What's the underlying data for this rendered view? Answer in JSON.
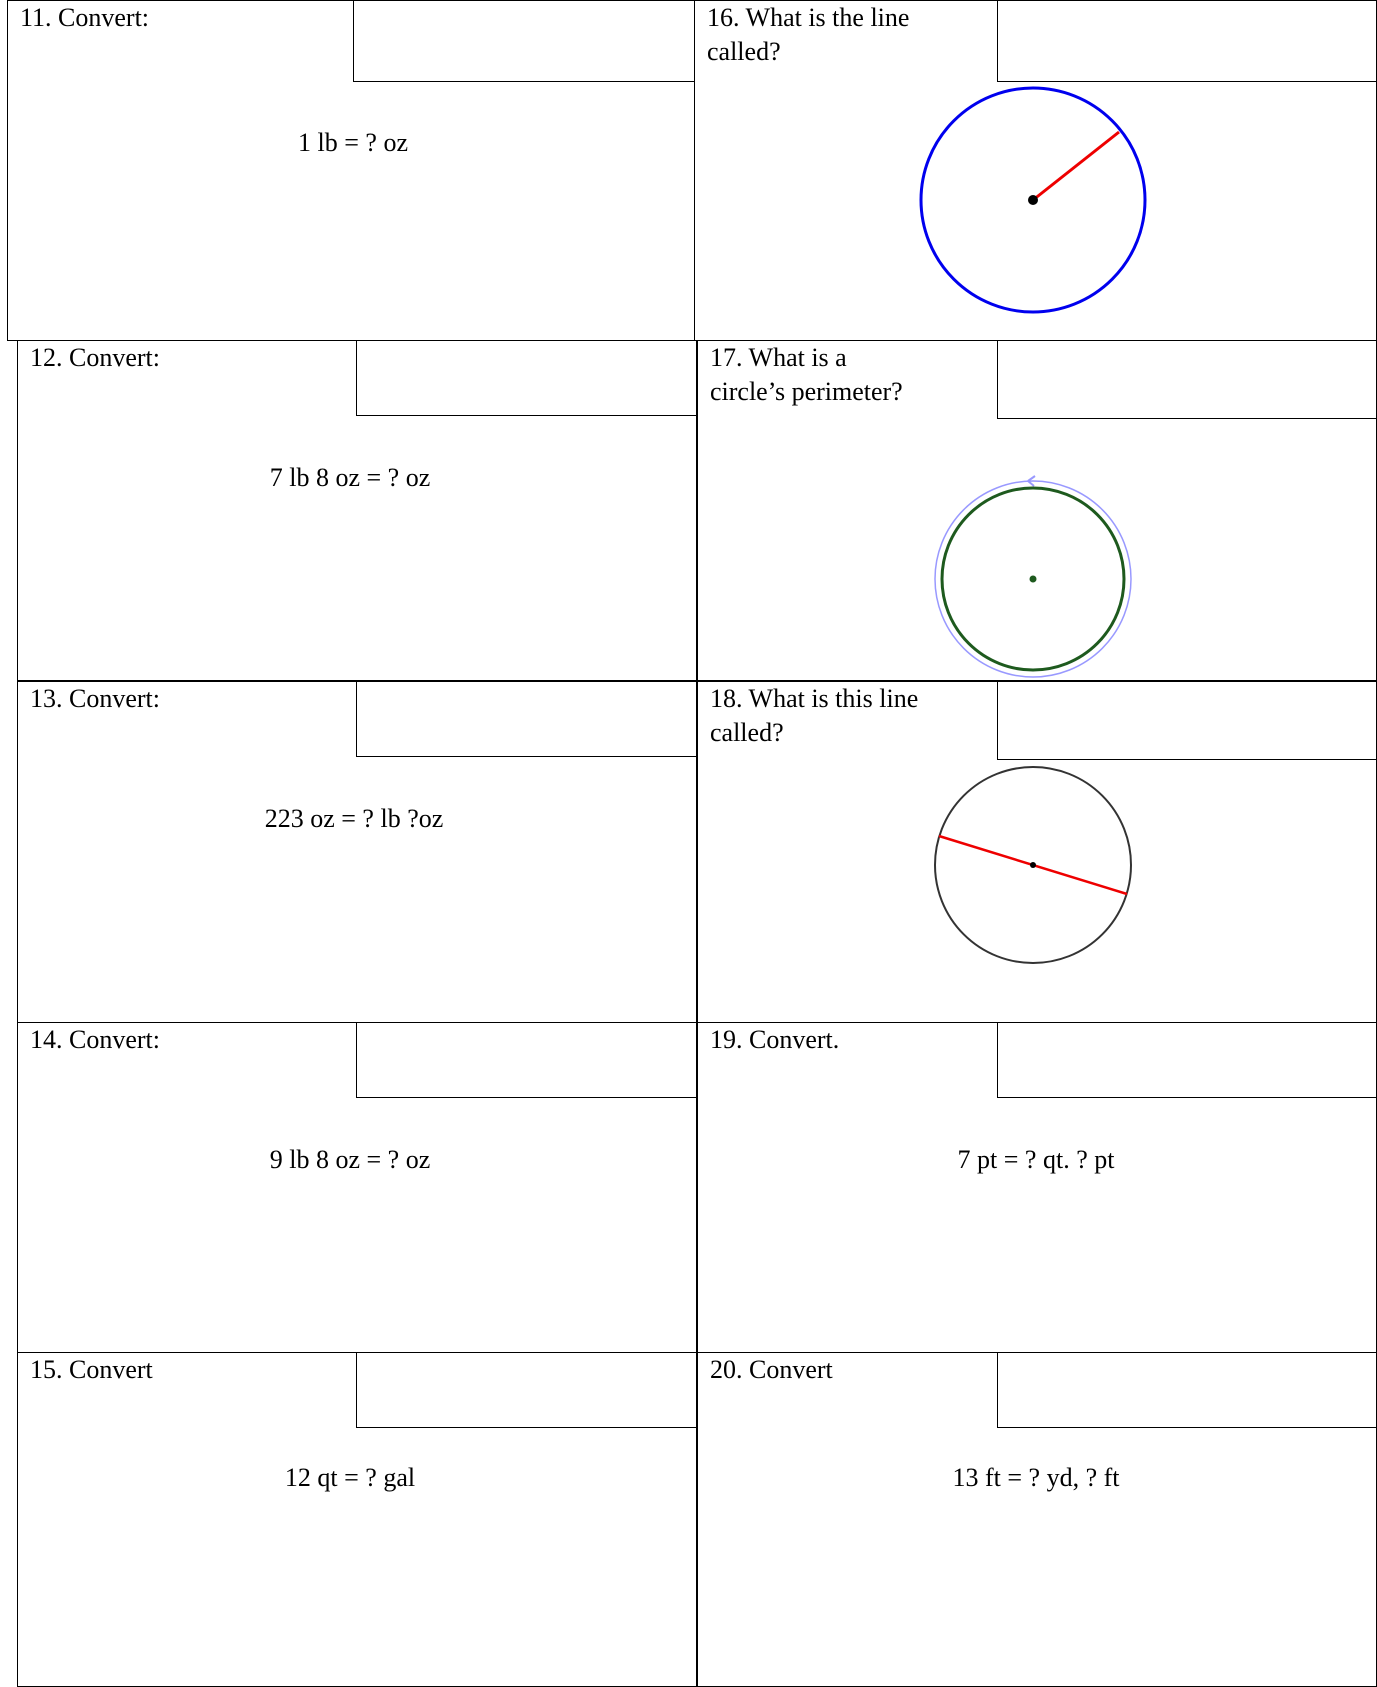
{
  "questions": [
    {
      "number": "11",
      "label": "11. Convert:",
      "prompt": "1 lb = ? oz"
    },
    {
      "number": "12",
      "label": "12. Convert:",
      "prompt": "7 lb 8 oz = ? oz"
    },
    {
      "number": "13",
      "label": "13. Convert:",
      "prompt": "223 oz = ? lb ?oz"
    },
    {
      "number": "14",
      "label": "14. Convert:",
      "prompt": "9 lb 8 oz = ? oz"
    },
    {
      "number": "15",
      "label": "15. Convert",
      "prompt": "12 qt = ? gal"
    },
    {
      "number": "16",
      "label": "16. What is the line\ncalled?",
      "figure": "circle with radius"
    },
    {
      "number": "17",
      "label": "17. What is a\ncircle’s perimeter?",
      "figure": "circle with circumference"
    },
    {
      "number": "18",
      "label": "18. What is this line\ncalled?",
      "figure": "circle with diameter"
    },
    {
      "number": "19",
      "label": "19. Convert.",
      "prompt": "7 pt = ? qt. ? pt"
    },
    {
      "number": "20",
      "label": "20. Convert",
      "prompt": "13 ft = ? yd, ? ft"
    }
  ],
  "colors": {
    "border": "#000000",
    "radius_circle": "#0000ee",
    "radius_line": "#ee0000",
    "perimeter_circle": "#1e5a1e",
    "perimeter_outline": "#9999ff",
    "diameter_circle": "#333333",
    "diameter_line": "#ee0000"
  }
}
